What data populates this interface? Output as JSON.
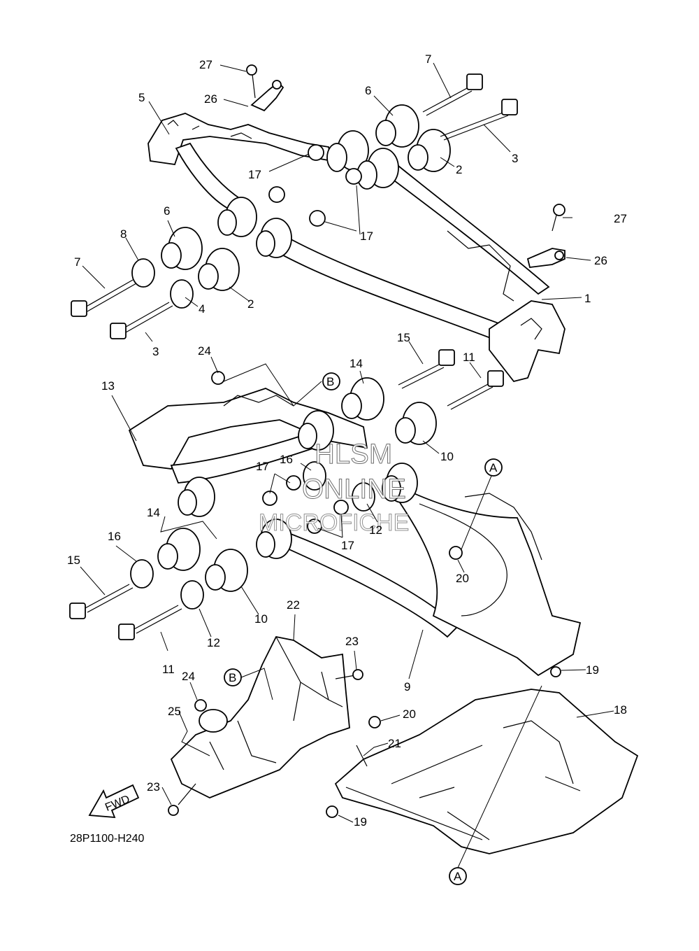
{
  "diagram": {
    "code": "28P1100-H240",
    "fwd_label": "FWD",
    "watermark": [
      "HLSM",
      "ONLINE",
      "MICROFICHE"
    ],
    "callouts": {
      "p1": "1",
      "p2a": "2",
      "p2b": "2",
      "p3a": "3",
      "p3b": "3",
      "p4": "4",
      "p5": "5",
      "p6a": "6",
      "p6b": "6",
      "p7a": "7",
      "p7b": "7",
      "p8": "8",
      "p9": "9",
      "p10a": "10",
      "p10b": "10",
      "p11a": "11",
      "p11b": "11",
      "p12a": "12",
      "p12b": "12",
      "p13": "13",
      "p14a": "14",
      "p14b": "14",
      "p15a": "15",
      "p15b": "15",
      "p16a": "16",
      "p16b": "16",
      "p17a": "17",
      "p17b": "17",
      "p17c": "17",
      "p17d": "17",
      "p18": "18",
      "p19a": "19",
      "p19b": "19",
      "p20a": "20",
      "p20b": "20",
      "p21": "21",
      "p22": "22",
      "p23a": "23",
      "p23b": "23",
      "p24a": "24",
      "p24b": "24",
      "p25": "25",
      "p26a": "26",
      "p26b": "26",
      "p27a": "27",
      "p27b": "27"
    },
    "refs": {
      "refA1": "A",
      "refA2": "A",
      "refB1": "B",
      "refB2": "B"
    }
  }
}
